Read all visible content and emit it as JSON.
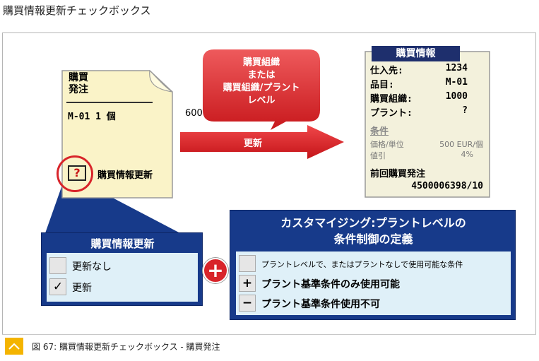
{
  "page": {
    "title": "購買情報更新チェックボックス"
  },
  "purchase_order": {
    "title_line1": "購買",
    "title_line2": "発注",
    "item": "M-01 1 個",
    "checkbox_mark": "?",
    "checkbox_label": "購買情報更新"
  },
  "left_value": "600",
  "bubble": {
    "line1": "購買組織",
    "line2": "または",
    "line3": "購買組織/プラント",
    "line4": "レベル"
  },
  "arrow": {
    "label": "更新"
  },
  "info_record": {
    "header": "購買情報",
    "rows": [
      {
        "label": "仕入先:",
        "value": "1234"
      },
      {
        "label": "品目:",
        "value": "M-01"
      },
      {
        "label": "購買組織:",
        "value": "1000"
      },
      {
        "label": "プラント:",
        "value": "?"
      }
    ],
    "conditions_title": "条件",
    "price_label": "価格/単位",
    "price_value": "500 EUR/個",
    "discount_label": "値引",
    "discount_value": "4%",
    "last_po_label": "前回購買発注",
    "last_po_value": "4500006398/10"
  },
  "left_panel": {
    "title": "購買情報更新",
    "options": [
      {
        "mark": "",
        "label": "更新なし"
      },
      {
        "mark": "✓",
        "label": "更新"
      }
    ]
  },
  "plus_sign": "+",
  "right_panel": {
    "title_line1": "カスタマイジング:プラントレベルの",
    "title_line2": "条件制御の定義",
    "options": [
      {
        "mark": "",
        "label": "プラントレベルで、またはプラントなしで使用可能な条件"
      },
      {
        "mark": "+",
        "label": "プラント基準条件のみ使用可能"
      },
      {
        "mark": "−",
        "label": "プラント基準条件使用不可"
      }
    ]
  },
  "caption": {
    "text": "図 67: 購買情報更新チェックボックス - 購買発注"
  },
  "colors": {
    "panel_blue": "#173a8a",
    "panel_body": "#dff0f8",
    "accent_red": "#d8242a",
    "note_yellow": "#faf3c8",
    "header_navy": "#1e2f6d",
    "caption_icon": "#f4b400"
  }
}
